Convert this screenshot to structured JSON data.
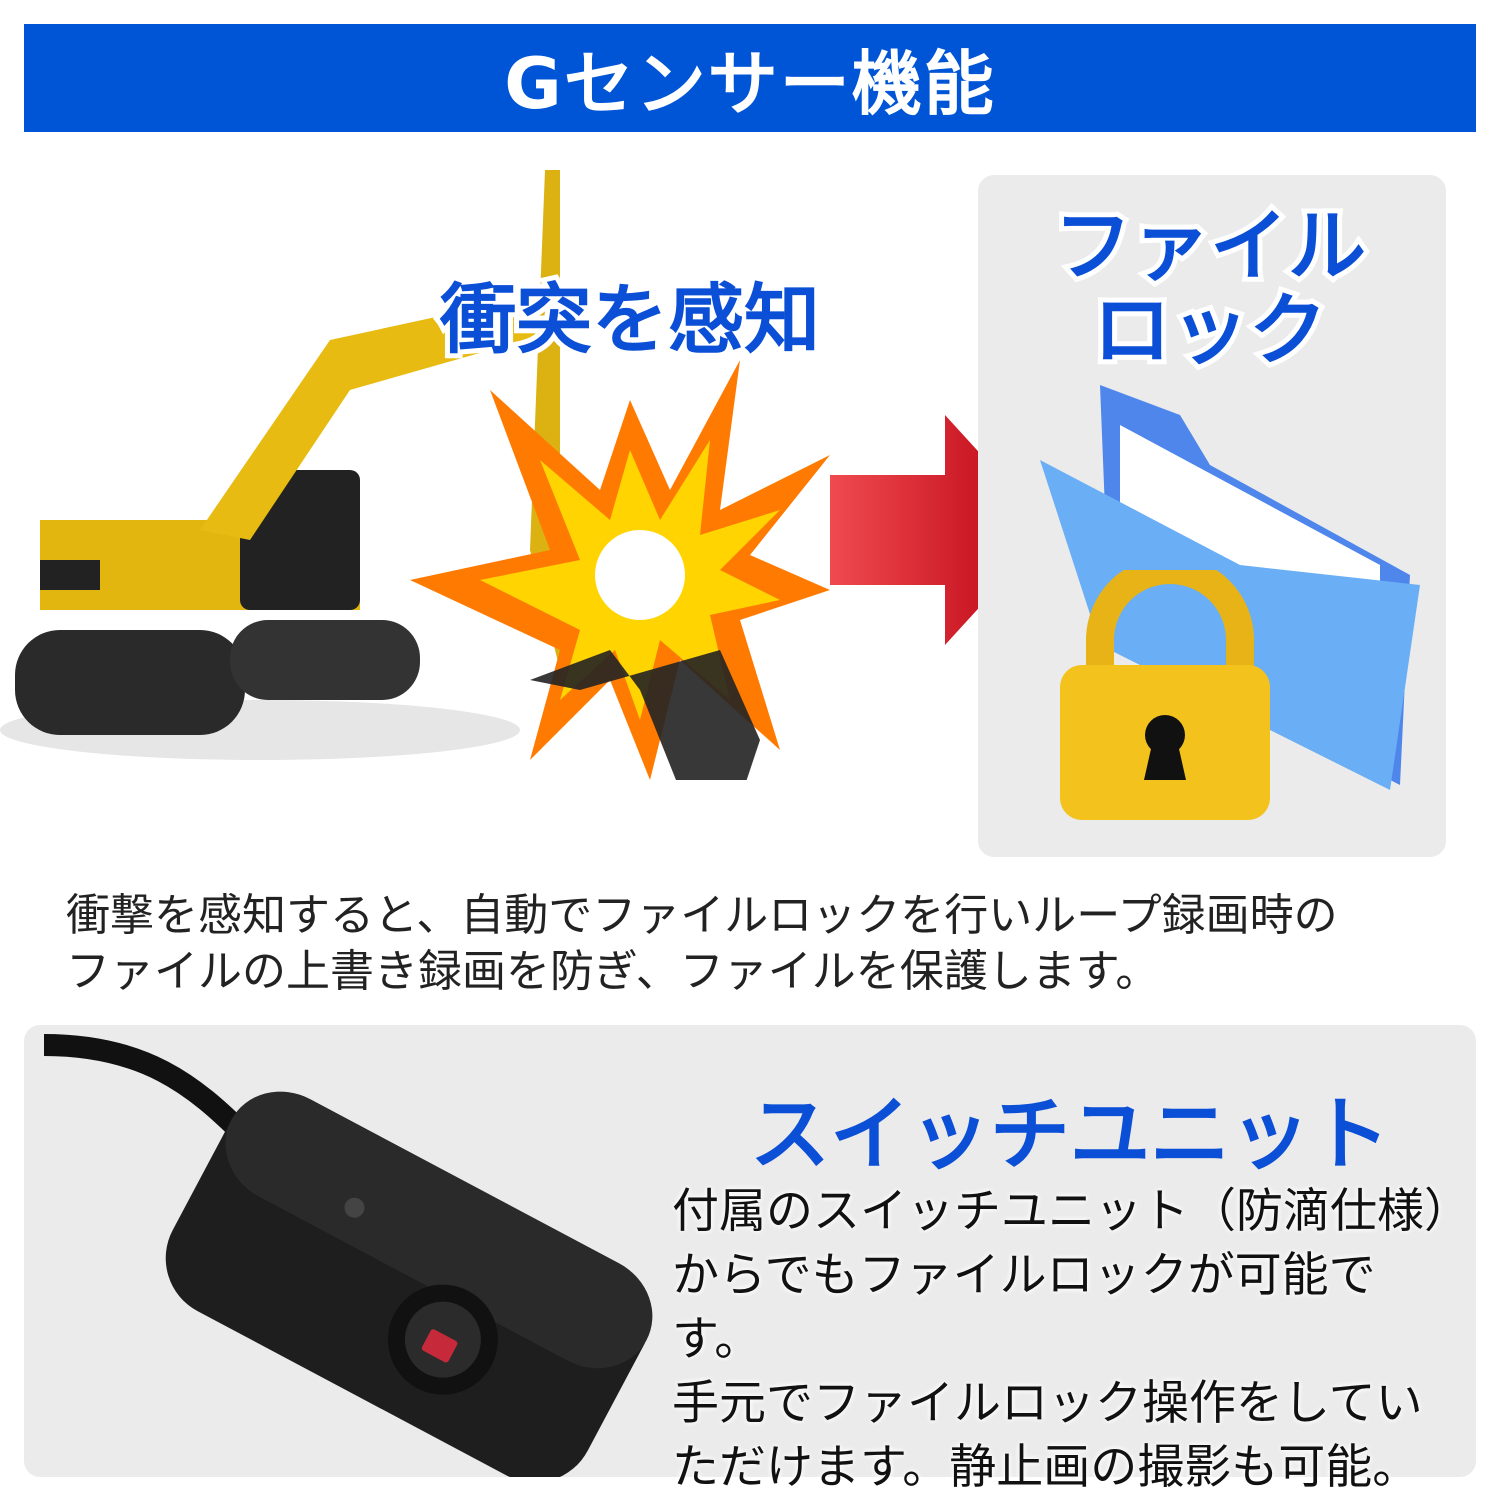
{
  "header": {
    "title": "Gセンサー機能"
  },
  "illustration": {
    "impact_label": "衝突を感知"
  },
  "lock_panel": {
    "title_line1": "ファイル",
    "title_line2": "ロック"
  },
  "description": {
    "line1": "衝撃を感知すると、自動でファイルロックを行いループ録画時の",
    "line2": "ファイルの上書き録画を防ぎ、ファイルを保護します。"
  },
  "switch_unit": {
    "title": "スイッチユニット",
    "lines": [
      "付属のスイッチユニット（防滴仕様）",
      "からでもファイルロックが可能です。",
      "手元でファイルロック操作をしてい",
      "ただけます。静止画の撮影も可能。"
    ]
  },
  "colors": {
    "brand_blue": "#0055d6",
    "arrow_red": "#d01018",
    "lock_gold": "#f3c21c"
  }
}
